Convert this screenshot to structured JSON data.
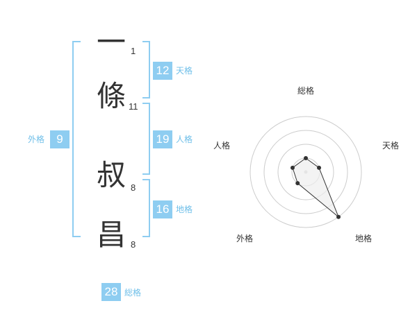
{
  "name": {
    "chars": [
      {
        "char": "一",
        "strokes": "1"
      },
      {
        "char": "條",
        "strokes": "11"
      },
      {
        "char": "叔",
        "strokes": "8"
      },
      {
        "char": "昌",
        "strokes": "8"
      }
    ]
  },
  "kaku": {
    "tenkaku": {
      "value": "12",
      "label": "天格"
    },
    "jinkaku": {
      "value": "19",
      "label": "人格"
    },
    "chikaku": {
      "value": "16",
      "label": "地格"
    },
    "gaikaku": {
      "value": "9",
      "label": "外格"
    },
    "soukaku": {
      "value": "28",
      "label": "総格"
    }
  },
  "chart_data": {
    "type": "radar",
    "axes": [
      "総格",
      "天格",
      "地格",
      "外格",
      "人格"
    ],
    "rings": 4,
    "values": [
      1,
      1,
      4,
      1,
      1
    ],
    "max": 4,
    "colors": {
      "ring": "#cccccc",
      "line": "#333333",
      "fill": "#eeeeee",
      "point": "#333333",
      "center": "#cccccc"
    }
  }
}
